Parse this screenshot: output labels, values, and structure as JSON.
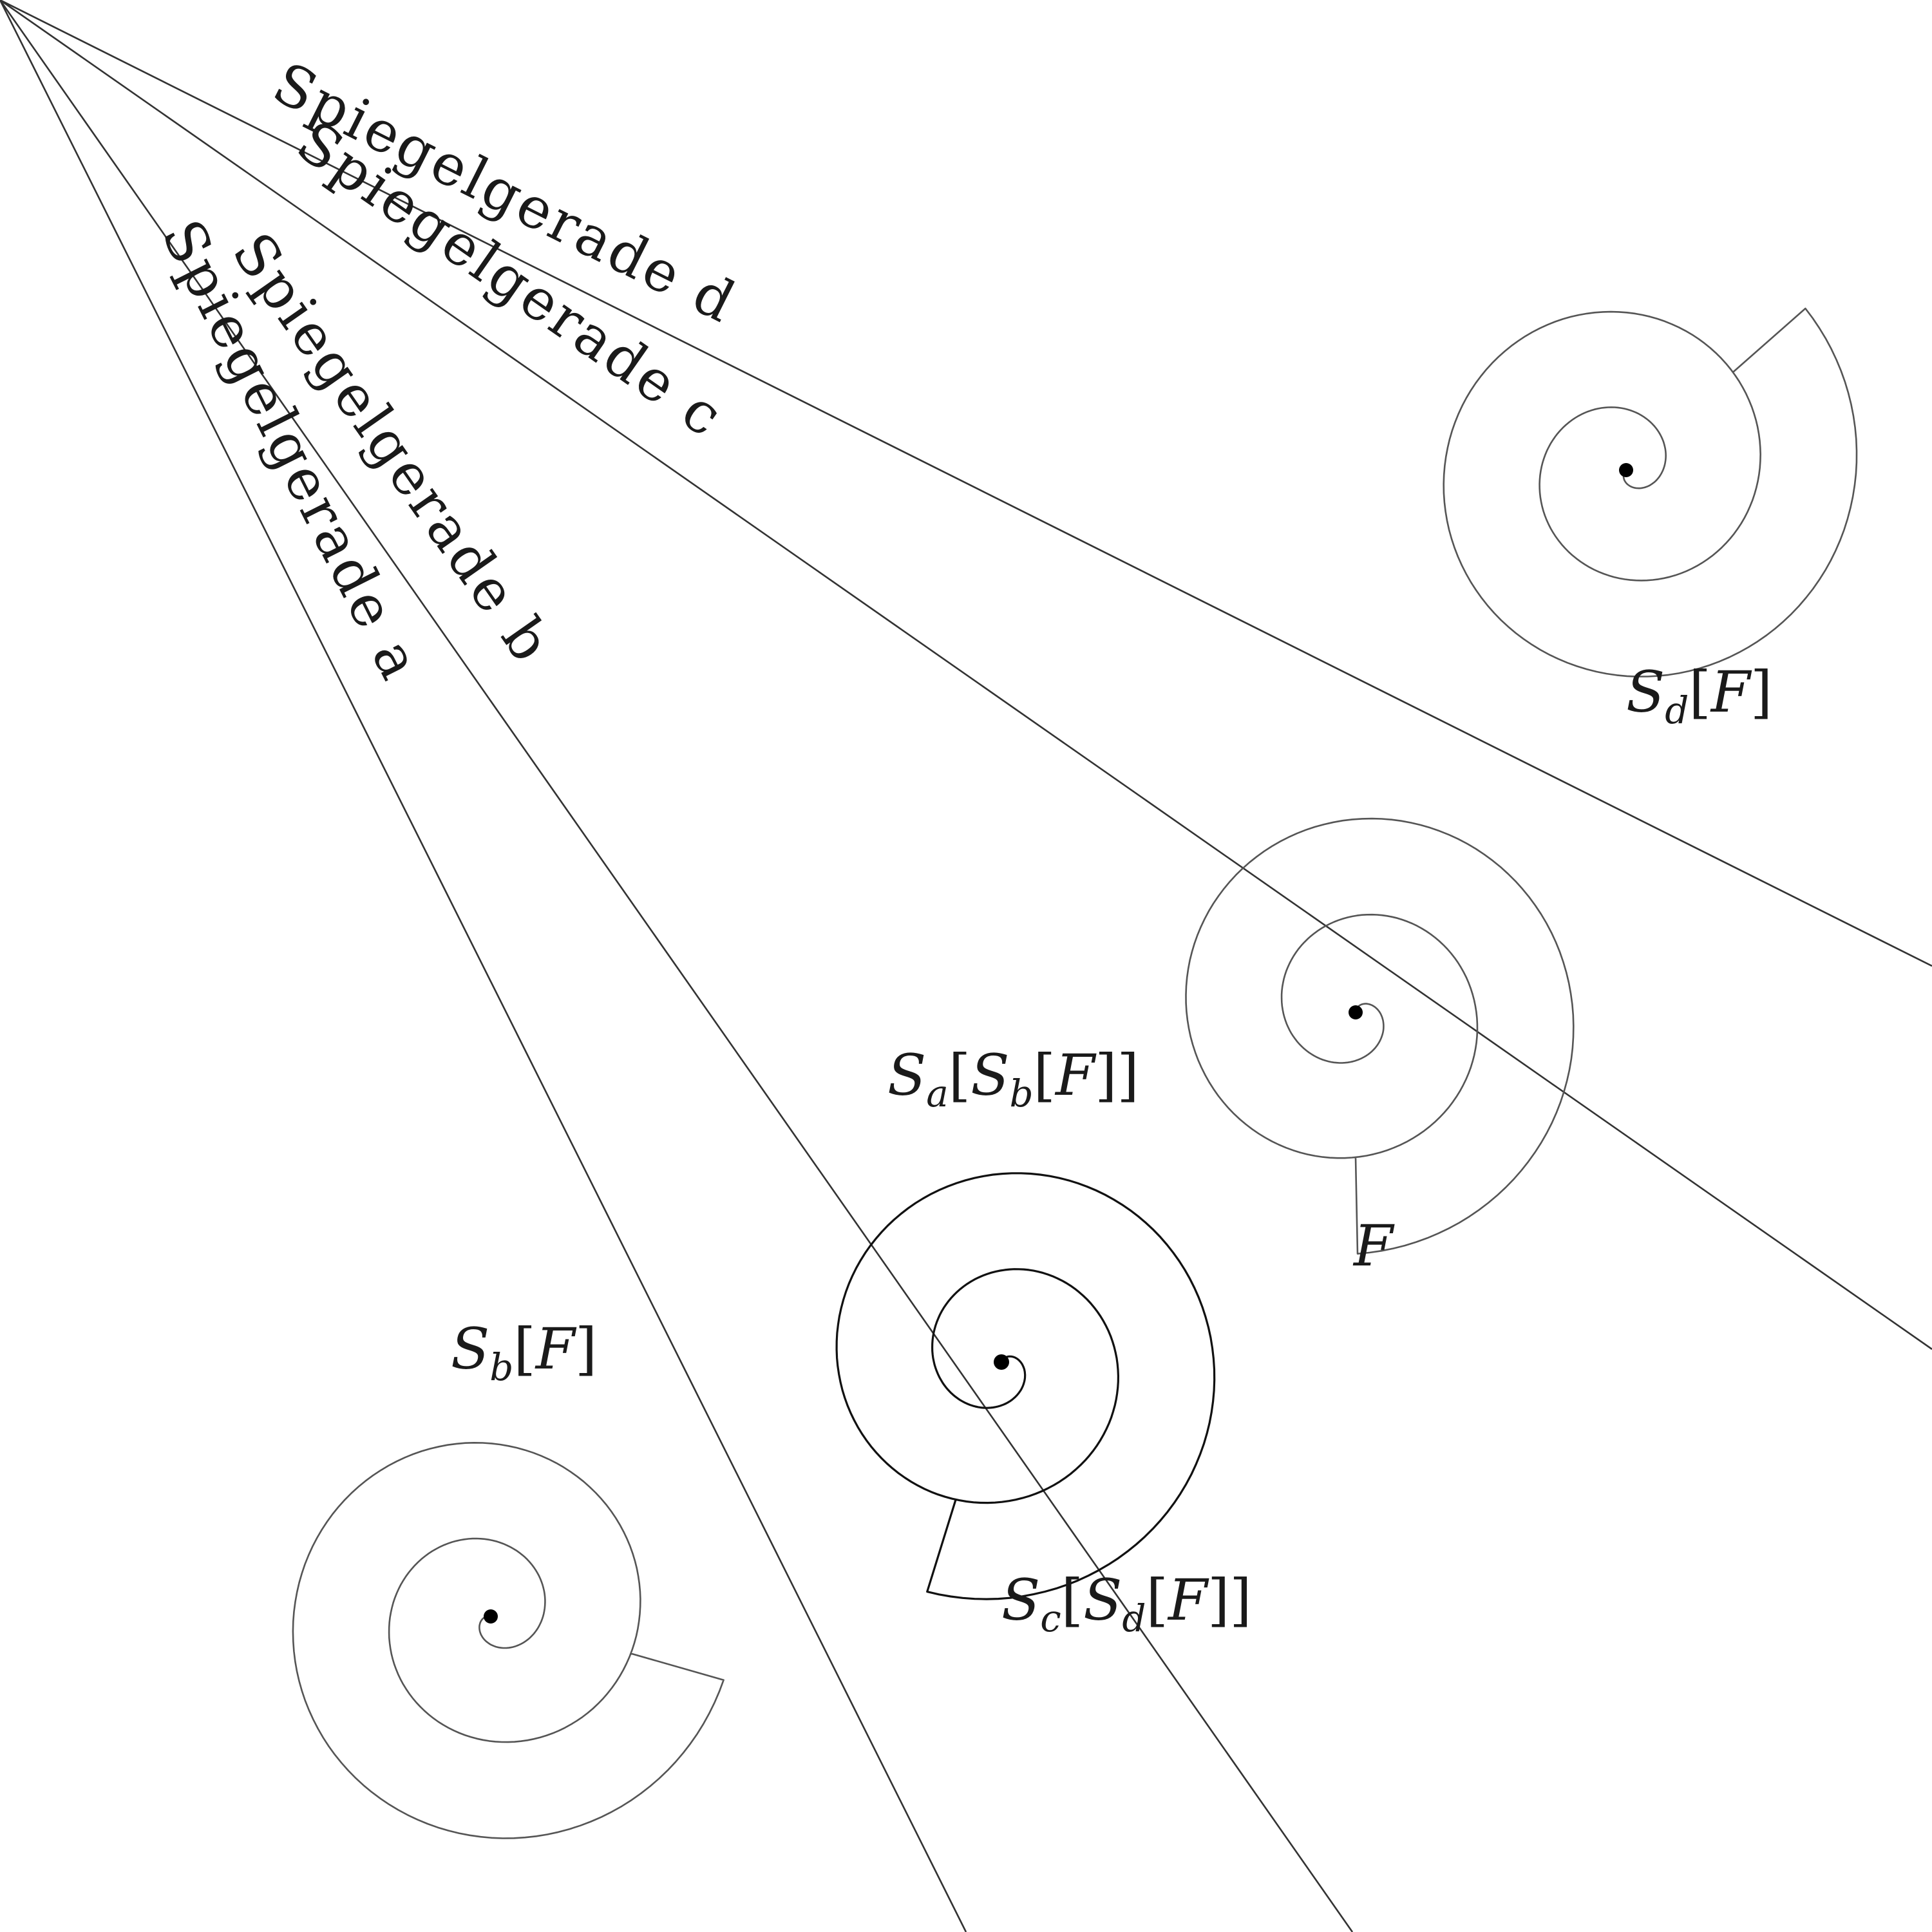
{
  "lines": [
    {
      "id": "a",
      "label": "Spiegelgerade a"
    },
    {
      "id": "b",
      "label": "Spiegelgerade b"
    },
    {
      "id": "c",
      "label": "Spiegelgerade c"
    },
    {
      "id": "d",
      "label": "Spiegelgerade d"
    }
  ],
  "figures": {
    "F": {
      "label": "F"
    },
    "Sd_F": {
      "label": "Sd[F]",
      "S": "S",
      "sub": "d",
      "open": "[",
      "F": "F",
      "close": "]"
    },
    "Sb_F": {
      "label": "Sb[F]",
      "S": "S",
      "sub": "b",
      "open": "[",
      "F": "F",
      "close": "]"
    },
    "SaSb_F": {
      "label": "Sa[Sb[F]]",
      "S1": "S",
      "sub1": "a",
      "open1": "[",
      "S2": "S",
      "sub2": "b",
      "open2": "[",
      "F": "F",
      "close": "]]"
    },
    "ScSd_F": {
      "label": "Sc[Sd[F]]",
      "S1": "S",
      "sub1": "c",
      "open1": "[",
      "S2": "S",
      "sub2": "d",
      "open2": "[",
      "F": "F",
      "close": "]]"
    }
  }
}
